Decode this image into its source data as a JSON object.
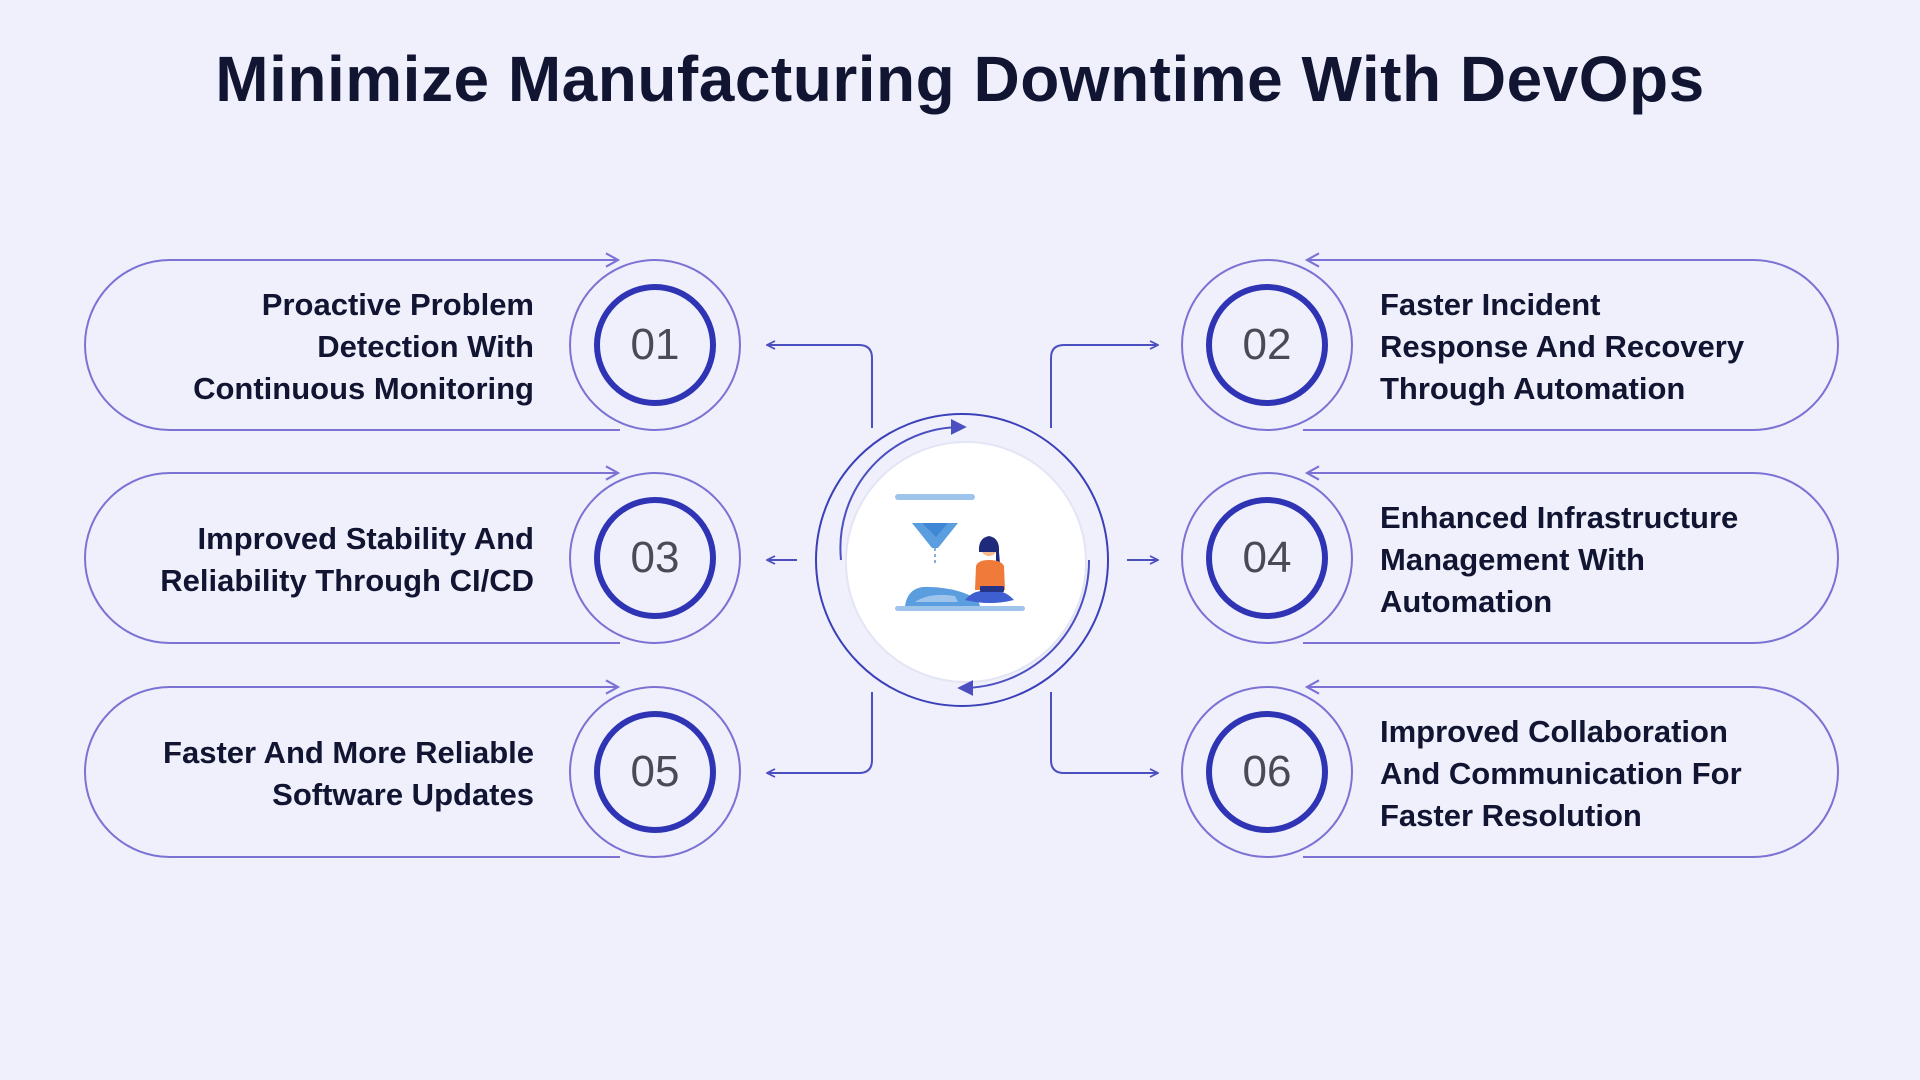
{
  "title": "Minimize Manufacturing Downtime With DevOps",
  "colors": {
    "background": "#eff0fc",
    "outline": "#7b72d4",
    "ring": "#2f34b5",
    "arrow": "#4b4fc0",
    "title": "#111532"
  },
  "center_icon": "hourglass-with-person-icon",
  "steps": [
    {
      "number": "01",
      "text": "Proactive Problem\nDetection With\nContinuous Monitoring",
      "side": "left"
    },
    {
      "number": "02",
      "text": "Faster Incident\nResponse And Recovery\nThrough Automation",
      "side": "right"
    },
    {
      "number": "03",
      "text": "Improved Stability And\nReliability Through CI/CD",
      "side": "left"
    },
    {
      "number": "04",
      "text": "Enhanced Infrastructure\nManagement With\nAutomation",
      "side": "right"
    },
    {
      "number": "05",
      "text": "Faster And More Reliable\nSoftware Updates",
      "side": "left"
    },
    {
      "number": "06",
      "text": "Improved Collaboration\nAnd Communication For\nFaster Resolution",
      "side": "right"
    }
  ]
}
